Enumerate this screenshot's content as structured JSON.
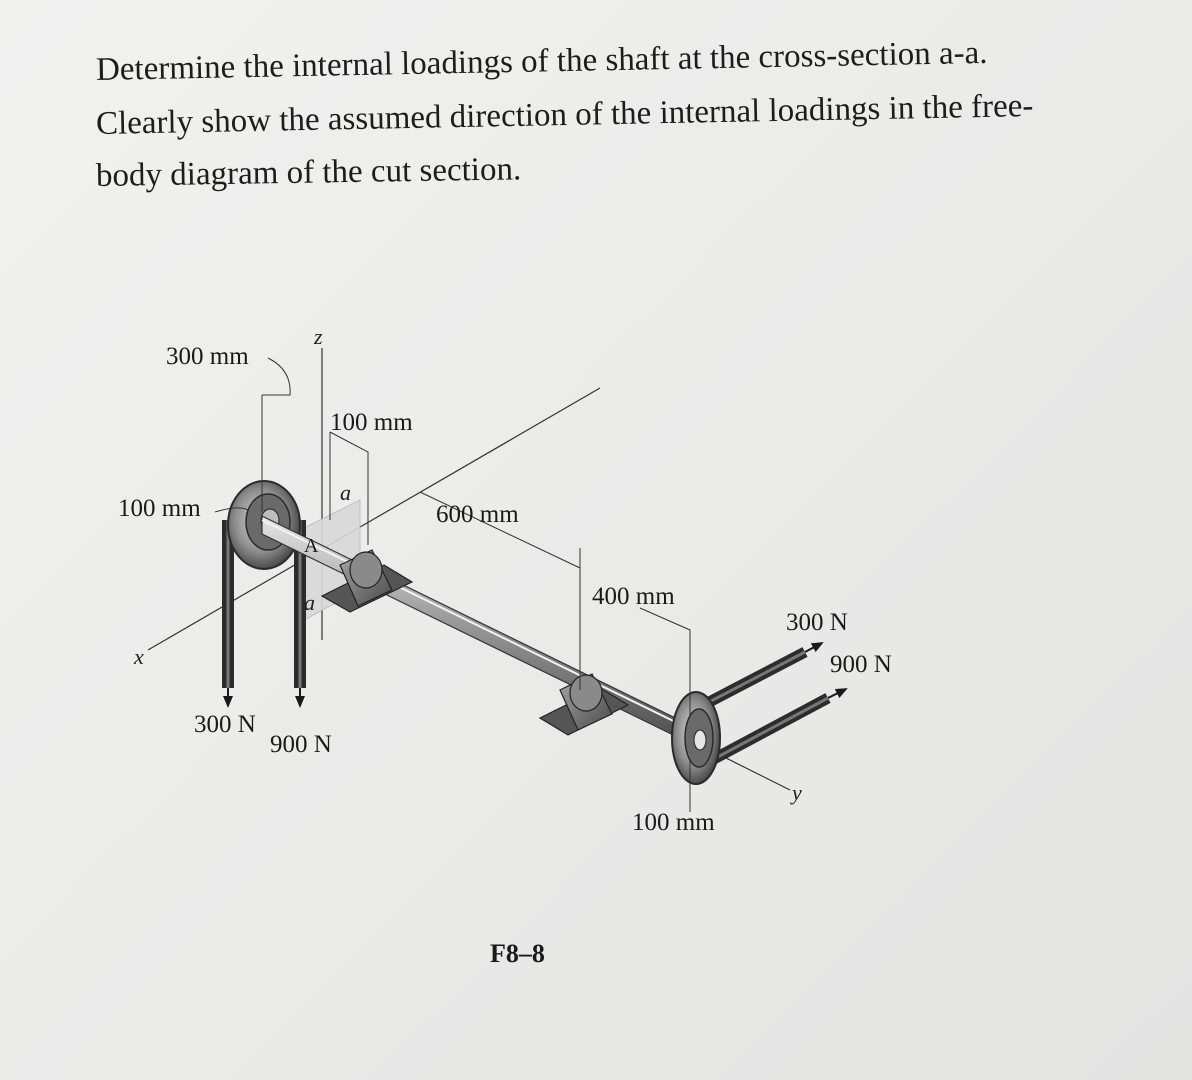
{
  "problem": {
    "line1": "Determine the internal loadings of the shaft at the cross-section a-a.",
    "line2": "Clearly show the assumed direction of the internal loadings in the free-",
    "line3": "body diagram of the cut section."
  },
  "figure": {
    "caption": "F8–8",
    "dimensions": {
      "pulley_radius_top": "300 mm",
      "left_offset": "100 mm",
      "to_section": "100 mm",
      "to_bearing": "600 mm",
      "to_right_pulley": "400 mm",
      "right_pulley_radius": "100 mm"
    },
    "forces": {
      "left_down_1": "300 N",
      "left_down_2": "900 N",
      "right_1": "300 N",
      "right_2": "900 N"
    },
    "axes": {
      "x": "x",
      "y": "y",
      "z": "z"
    },
    "section": {
      "top": "a",
      "bottom": "a",
      "point": "A"
    }
  },
  "colors": {
    "metal_dark": "#3c3c3c",
    "metal_mid": "#8a8a8a",
    "metal_light": "#cfcfcf",
    "section_plane": "#d9d9d9"
  }
}
